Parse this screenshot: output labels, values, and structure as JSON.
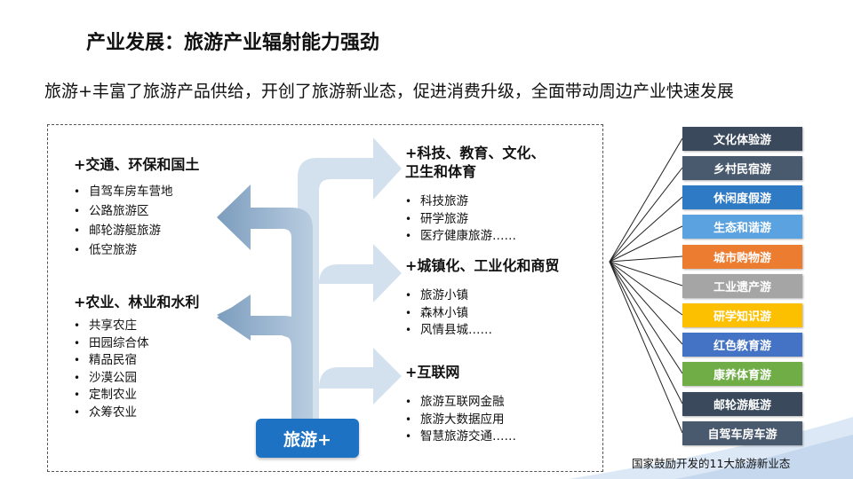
{
  "title": "产业发展：旅游产业辐射能力强劲",
  "subtitle": "旅游+丰富了旅游产品供给，开创了旅游新业态，促进消费升级，全面带动周边产业快速发展",
  "center_label": "旅游+",
  "left_groups": [
    {
      "heading": "+交通、环保和国土",
      "items": [
        "自驾车房车营地",
        "公路旅游区",
        "邮轮游艇旅游",
        "低空旅游"
      ]
    },
    {
      "heading": "+农业、林业和水利",
      "items": [
        "共享农庄",
        "田园综合体",
        "精品民宿",
        "沙漠公园",
        "定制农业",
        "众筹农业"
      ]
    }
  ],
  "right_groups": [
    {
      "heading_line1": "+科技、教育、文化、",
      "heading_line2": "卫生和体育",
      "items": [
        "科技旅游",
        "研学旅游",
        "医疗健康旅游……"
      ]
    },
    {
      "heading_line1": "+城镇化、工业化和商贸",
      "items": [
        "旅游小镇",
        "森林小镇",
        "风情县城……"
      ]
    },
    {
      "heading_line1": "+互联网",
      "items": [
        "旅游互联网金融",
        "旅游大数据应用",
        "智慧旅游交通……"
      ]
    }
  ],
  "tags": [
    {
      "label": "文化体验游",
      "color": "#3a4a5c"
    },
    {
      "label": "乡村民宿游",
      "color": "#4a5a6e"
    },
    {
      "label": "休闲度假游",
      "color": "#2f7ac4"
    },
    {
      "label": "生态和谐游",
      "color": "#5aa3e0"
    },
    {
      "label": "城市购物游",
      "color": "#ec7c30"
    },
    {
      "label": "工业遗产游",
      "color": "#a5a5a5"
    },
    {
      "label": "研学知识游",
      "color": "#fdc000"
    },
    {
      "label": "红色教育游",
      "color": "#4472c4"
    },
    {
      "label": "康养体育游",
      "color": "#70ad47"
    },
    {
      "label": "邮轮游艇游",
      "color": "#3a4a5c"
    },
    {
      "label": "自驾车房车游",
      "color": "#4a5a6e"
    }
  ],
  "caption": "国家鼓励开发的11大旅游新业态"
}
